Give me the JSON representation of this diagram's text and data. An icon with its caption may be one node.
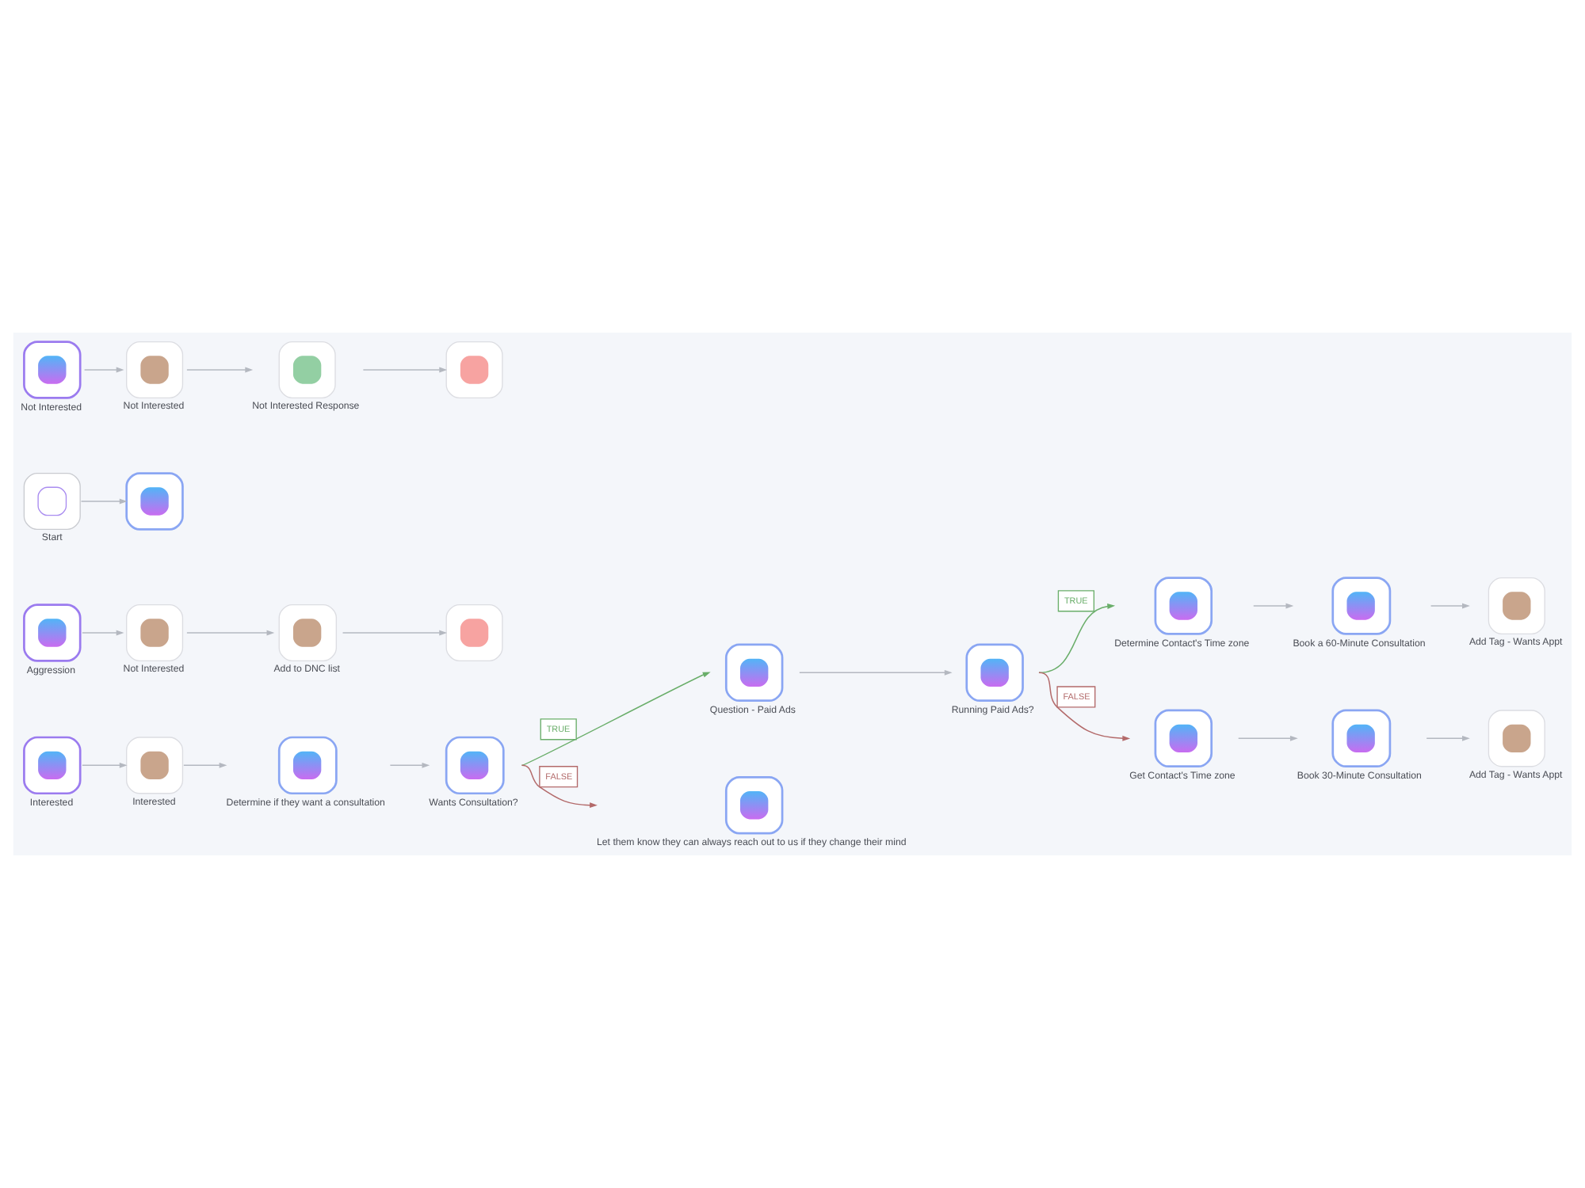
{
  "diagram": {
    "nodes": [
      {
        "text": [
          "Not Interested"
        ]
      },
      {
        "text": [
          "Not Interested"
        ]
      },
      {
        "text": [
          "Not Interested Response"
        ]
      },
      {
        "text": [],
        "shape": "box"
      },
      {
        "text": [
          "Start"
        ]
      },
      {
        "text": [],
        "shape": "box"
      },
      {
        "text": [
          "Aggression"
        ]
      },
      {
        "text": [
          "Not Interested"
        ]
      },
      {
        "text": [
          "Add to DNC list"
        ]
      },
      {
        "text": [],
        "shape": "box"
      },
      {
        "text": [
          "Interested"
        ]
      },
      {
        "text": [
          "Interested"
        ]
      },
      {
        "text": [
          "Determine if they want a consultation"
        ]
      },
      {
        "text": [
          "Wants Consultation?"
        ]
      },
      {
        "text": [
          "Question - Paid Ads"
        ]
      },
      {
        "text": [
          "Running Paid Ads?"
        ]
      },
      {
        "text": [
          "Determine Contact's Time zone"
        ]
      },
      {
        "text": [
          "Book a 60-Minute Consultation"
        ]
      },
      {
        "text": [
          "Add Tag - Wants Appt"
        ]
      },
      {
        "text": [
          "Get Contact's Time zone"
        ]
      },
      {
        "text": [
          "Book 30-Minute Consultation"
        ]
      },
      {
        "text": [
          "Add Tag - Wants Appt"
        ]
      },
      {
        "text": [
          "Let them know they can always reach out to us if they change their mind"
        ]
      }
    ],
    "edges": [
      {
        "from": 0,
        "to": 1,
        "arrow": "to"
      },
      {
        "from": 1,
        "to": 2,
        "arrow": "to"
      },
      {
        "from": 2,
        "to": 3,
        "arrow": "to"
      },
      {
        "from": 4,
        "to": 5,
        "arrow": "to"
      },
      {
        "from": 6,
        "to": 7,
        "arrow": "to"
      },
      {
        "from": 7,
        "to": 8,
        "arrow": "to"
      },
      {
        "from": 8,
        "to": 9,
        "arrow": "to"
      },
      {
        "from": 10,
        "to": 11,
        "arrow": "to"
      },
      {
        "from": 11,
        "to": 12,
        "arrow": "to"
      },
      {
        "from": 12,
        "to": 13,
        "arrow": "to"
      },
      {
        "from": 13,
        "to": 14,
        "arrow": "to",
        "label": "TRUE",
        "color": "#6aae6a"
      },
      {
        "from": 13,
        "to": 22,
        "arrow": "to",
        "label": "FALSE",
        "color": "#b36a6a"
      },
      {
        "from": 14,
        "to": 15,
        "arrow": "to"
      },
      {
        "from": 15,
        "to": 16,
        "arrow": "to",
        "label": "TRUE",
        "color": "#6aae6a"
      },
      {
        "from": 15,
        "to": 19,
        "arrow": "to",
        "label": "FALSE",
        "color": "#b36a6a"
      },
      {
        "from": 16,
        "to": 17,
        "arrow": "to"
      },
      {
        "from": 17,
        "to": 18,
        "arrow": "to"
      },
      {
        "from": 19,
        "to": 20,
        "arrow": "to"
      },
      {
        "from": 20,
        "to": 21,
        "arrow": "to"
      }
    ]
  }
}
